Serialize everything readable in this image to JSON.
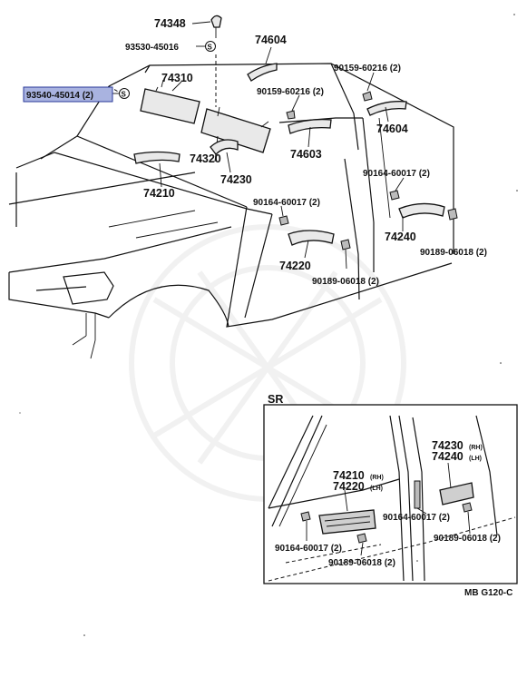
{
  "diagram": {
    "labels": {
      "p74348": "74348",
      "p93530": "93530-45016",
      "p74604a": "74604",
      "p90159a": "90159-60216 (2)",
      "p74310": "74310",
      "p93540": "93540-45014 (2)",
      "p90159b": "90159-60216 (2)",
      "p74604b": "74604",
      "p74603": "74603",
      "p74320": "74320",
      "p74230": "74230",
      "p74210": "74210",
      "p90164a": "90164-60017 (2)",
      "p90164b": "90164-60017 (2)",
      "p74240": "74240",
      "p74220": "74220",
      "p90189a": "90189-06018 (2)",
      "p90189b": "90189-06018 (2)"
    },
    "inset": {
      "title": "SR",
      "p74230rh": "74230",
      "rh1": "(RH)",
      "p74240lh": "74240",
      "lh1": "(LH)",
      "p74210rh": "74210",
      "rh2": "(RH)",
      "p74220lh": "74220",
      "lh2": "(LH)",
      "p90164c": "90164-60017 (2)",
      "p90164d": "90164-60017 (2)",
      "p90189c": "90189-06018 (2)",
      "p90189d": "90189-06018 (2)"
    },
    "figure_code": "MB G120-C",
    "circle_s": "S"
  },
  "colors": {
    "highlight": "#a9b3e0",
    "ink": "#111111"
  }
}
